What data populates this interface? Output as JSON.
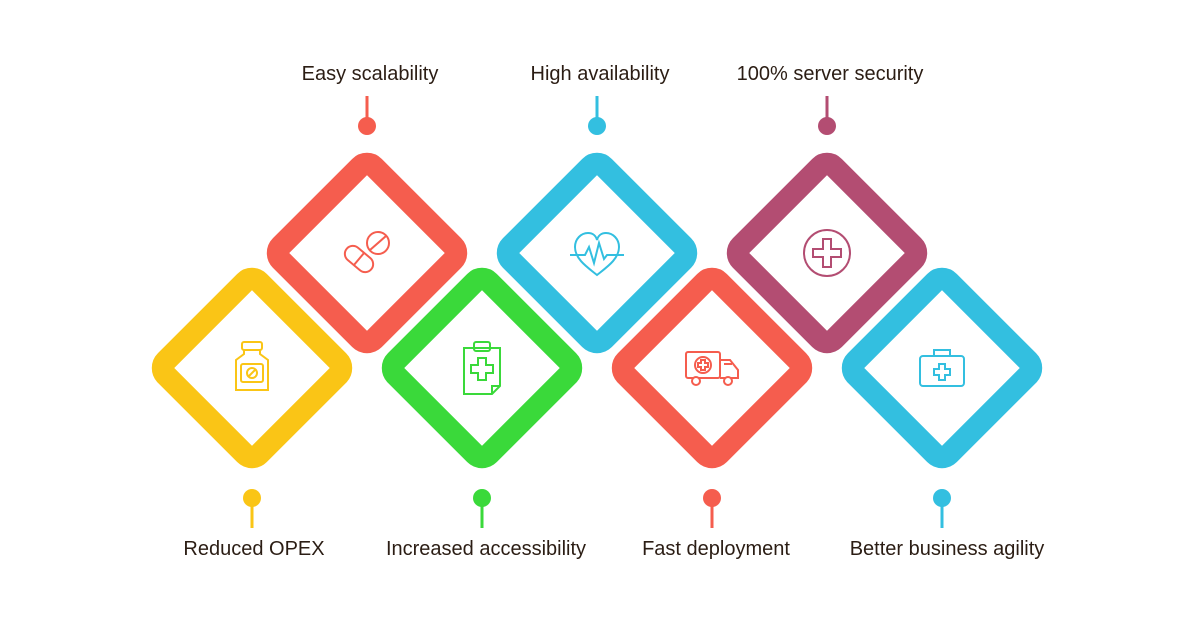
{
  "items": [
    {
      "label": "Easy scalability",
      "color": "#f55d4e",
      "icon": "pills-icon"
    },
    {
      "label": "High availability",
      "color": "#33bfe0",
      "icon": "heartbeat-icon"
    },
    {
      "label": "100% server security",
      "color": "#b34d72",
      "icon": "medical-cross-icon"
    },
    {
      "label": "Reduced OPEX",
      "color": "#fac516",
      "icon": "medicine-jar-icon"
    },
    {
      "label": "Increased accessibility",
      "color": "#3ad93a",
      "icon": "clipboard-icon"
    },
    {
      "label": "Fast deployment",
      "color": "#f55d4e",
      "icon": "ambulance-icon"
    },
    {
      "label": "Better business agility",
      "color": "#33bfe0",
      "icon": "first-aid-kit-icon"
    }
  ]
}
